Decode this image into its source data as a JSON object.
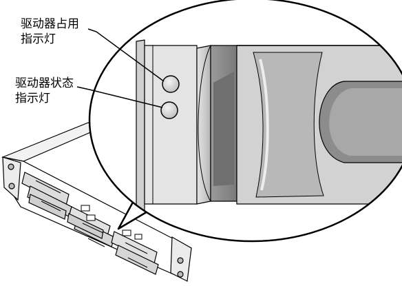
{
  "callouts": {
    "activity_indicator": {
      "line1": "驱动器占用",
      "line2": "指示灯"
    },
    "status_indicator": {
      "line1": "驱动器状态",
      "line2": "指示灯"
    }
  },
  "colors": {
    "ink": "#000000",
    "panel_gray": "#dedede",
    "tray_gray": "#bfbfbf",
    "dark_recess": "#8f8f8f",
    "background": "#ffffff"
  }
}
